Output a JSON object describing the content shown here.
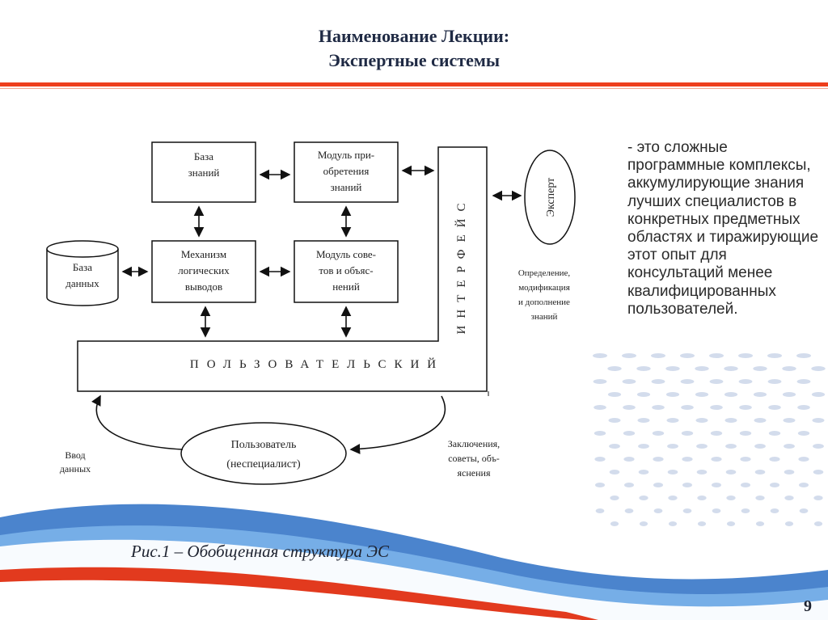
{
  "slide": {
    "title_line1": "Наименование Лекции:",
    "title_line2": "Экспертные системы",
    "caption": "Рис.1 – Обобщенная структура ЭС",
    "page_number": "9",
    "description": "- это сложные программные комплексы, аккумулирующие знания лучших специалистов в конкретных предметных областях и тиражирующие этот опыт для консультаций менее квалифицированных пользователей.",
    "accent_color": "#ee3f1c",
    "wave_colors": [
      "#1b4f9c",
      "#2c7bd1",
      "#e23a1e"
    ]
  },
  "diagram": {
    "knowledge_base": [
      "База",
      "знаний"
    ],
    "acquisition_module": [
      "Модуль при-",
      "обретения",
      "знаний"
    ],
    "inference_engine": [
      "Механизм",
      "логических",
      "выводов"
    ],
    "advice_module": [
      "Модуль сове-",
      "тов и объяс-",
      "нений"
    ],
    "database": [
      "База",
      "данных"
    ],
    "user_interface_label": "ПОЛЬЗОВАТЕЛЬСКИЙ",
    "interface_label": "ИНТЕРФЕЙС",
    "expert": "Эксперт",
    "expert_note": [
      "Определение,",
      "модификация",
      "и дополнение",
      "знаний"
    ],
    "user": [
      "Пользователь",
      "(неспециалист)"
    ],
    "data_input": [
      "Ввод",
      "данных"
    ],
    "conclusions": [
      "Заключения,",
      "советы, объ-",
      "яснения"
    ]
  }
}
